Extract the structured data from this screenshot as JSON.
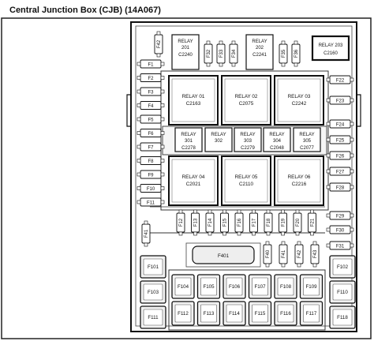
{
  "title": "Central Junction Box (CJB) (14A067)",
  "top_fuses": [
    "F42",
    "F32",
    "F33",
    "F34",
    "F35",
    "F36"
  ],
  "top_relays": [
    {
      "name": "RELAY 201",
      "connector": "C2240"
    },
    {
      "name": "RELAY 202",
      "connector": "C2241"
    },
    {
      "name": "RELAY 203",
      "connector": "C2160"
    }
  ],
  "left_fuses": [
    "F1",
    "F2",
    "F3",
    "F4",
    "F5",
    "F6",
    "F7",
    "F8",
    "F9",
    "F10",
    "F11"
  ],
  "right_fuses": [
    "F22",
    "F23",
    "F24",
    "F25",
    "F26",
    "F27",
    "F28",
    "F29",
    "F30",
    "F31"
  ],
  "big_relays_top": [
    {
      "name": "RELAY 01",
      "connector": "C2163"
    },
    {
      "name": "RELAY 02",
      "connector": "C2075"
    },
    {
      "name": "RELAY 03",
      "connector": "C2242"
    }
  ],
  "mini_relays": [
    {
      "name": "RELAY 301",
      "connector": "C2278"
    },
    {
      "name": "RELAY 302",
      "connector": ""
    },
    {
      "name": "RELAY 303",
      "connector": "C2279"
    },
    {
      "name": "RELAY 304",
      "connector": "C2048"
    },
    {
      "name": "RELAY 305",
      "connector": "C2077"
    }
  ],
  "big_relays_bottom": [
    {
      "name": "RELAY 04",
      "connector": "C2021"
    },
    {
      "name": "RELAY 05",
      "connector": "C2110"
    },
    {
      "name": "RELAY 06",
      "connector": "C2216"
    }
  ],
  "row_fuses": [
    "F12",
    "F13",
    "F14",
    "F15",
    "F16",
    "F17",
    "F18",
    "F19",
    "F20",
    "F21"
  ],
  "lower_left_fuse": "F41",
  "lower_center_fuses": [
    "F401",
    "F40",
    "F41",
    "F42",
    "F43"
  ],
  "maxi_left": [
    "F101",
    "F103",
    "F111"
  ],
  "maxi_right": [
    "F102",
    "F110",
    "F118"
  ],
  "maxi_grid": [
    [
      "F104",
      "F105",
      "F106",
      "F107",
      "F108",
      "F109"
    ],
    [
      "F112",
      "F113",
      "F114",
      "F115",
      "F116",
      "F117"
    ]
  ]
}
